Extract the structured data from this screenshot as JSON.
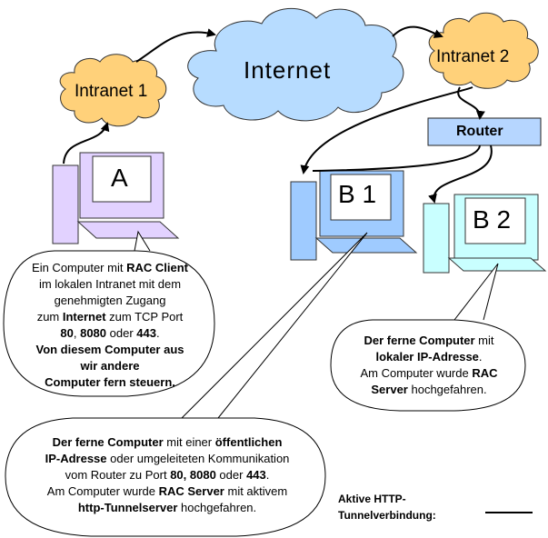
{
  "clouds": {
    "internet": "Internet",
    "intranet1": "Intranet 1",
    "intranet2": "Intranet 2"
  },
  "router": "Router",
  "computers": {
    "a": "A",
    "b1": "B 1",
    "b2": "B 2"
  },
  "bubble_a": {
    "line1_pre": "Ein Computer mit ",
    "line1_bold": "RAC Client",
    "line2": "im lokalen Intranet mit dem",
    "line3": "genehmigten Zugang",
    "line4_pre": "zum ",
    "line4_bold": "Internet",
    "line4_post": " zum TCP Port",
    "line5_bold1": "80",
    "line5_mid": ",  ",
    "line5_bold2": "8080",
    "line5_mid2": " oder ",
    "line5_bold3": "443",
    "line5_post": ".",
    "line6": "Von diesem Computer aus",
    "line7": "wir andere",
    "line8": "Computer fern steuern."
  },
  "bubble_b2": {
    "line1_bold": "Der ferne Computer",
    "line1_post": " mit",
    "line2_bold": "lokaler IP-Adresse",
    "line2_post": ".",
    "line3_pre": "Am Computer wurde ",
    "line3_bold": "RAC",
    "line4_bold": "Server",
    "line4_post": " hochgefahren."
  },
  "bubble_b1": {
    "line1_bold1": "Der ferne Computer",
    "line1_mid": " mit einer ",
    "line1_bold2": "öffentlichen",
    "line2_bold": "IP-Adresse",
    "line2_post": " oder umgeleiteten Kommunikation",
    "line3_pre": "vom Router zu Port ",
    "line3_bold": "80, 8080",
    "line3_mid": " oder ",
    "line3_bold2": "443",
    "line3_post": ".",
    "line4_pre": "Am Computer wurde ",
    "line4_bold": "RAC Server",
    "line4_post": " mit aktivem",
    "line5_bold": "http-Tunnelserver",
    "line5_post": " hochgefahren."
  },
  "legend": {
    "line1": "Aktive HTTP-",
    "line2": "Tunnelverbindung:"
  },
  "colors": {
    "cloud_blue": "#b7dcff",
    "cloud_orange": "#ffd17a",
    "router_fill": "#b6d6ff",
    "comp_a": "#e2d2ff",
    "comp_b1": "#9fcbff",
    "comp_b2": "#c9ffff"
  }
}
